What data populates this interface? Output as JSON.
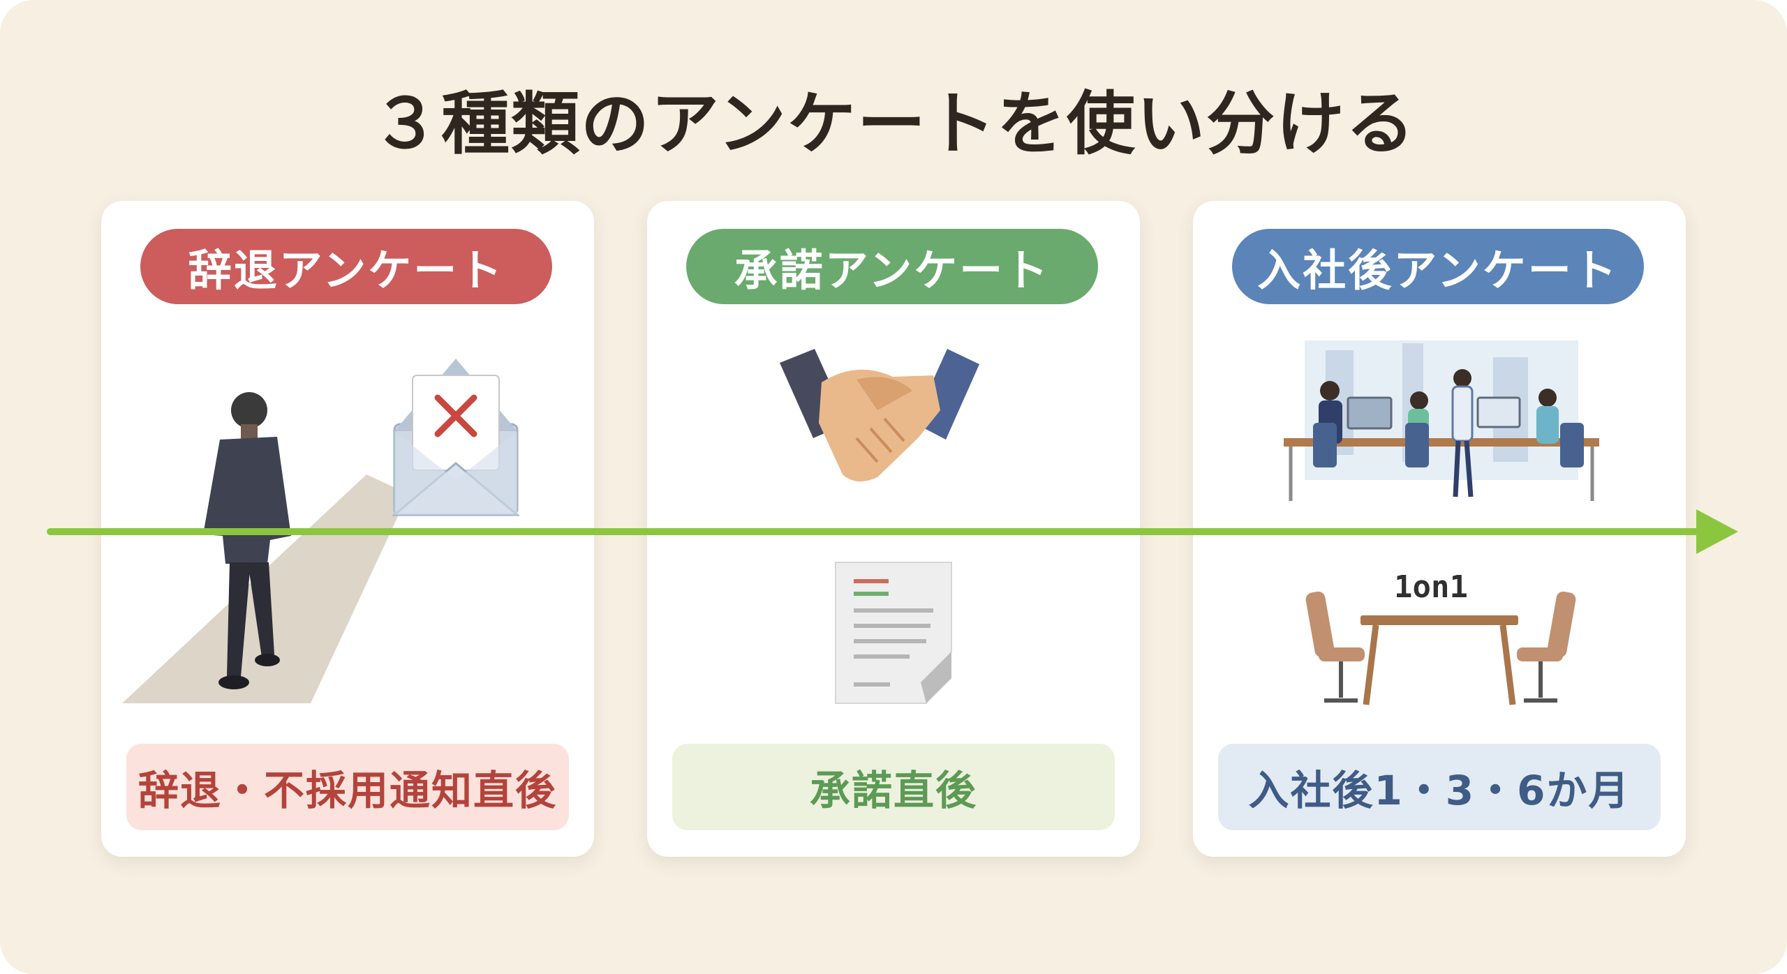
{
  "title": "３種類のアンケートを使い分ける",
  "colors": {
    "background": "#f6efe2",
    "timeline": "#8cc63f",
    "decline": "#cd5c5c",
    "accept": "#6aaa6e",
    "onboarding": "#5b84b8"
  },
  "cards": [
    {
      "label": "辞退アンケート",
      "timing": "辞退・不採用通知直後",
      "icon": "walking-away-with-rejection-mail-icon"
    },
    {
      "label": "承諾アンケート",
      "timing": "承諾直後",
      "icon": "handshake-and-document-icon"
    },
    {
      "label": "入社後アンケート",
      "timing": "入社後1・3・6か月",
      "icon": "office-meeting-and-1on1-icon",
      "meeting_label": "1on1"
    }
  ]
}
